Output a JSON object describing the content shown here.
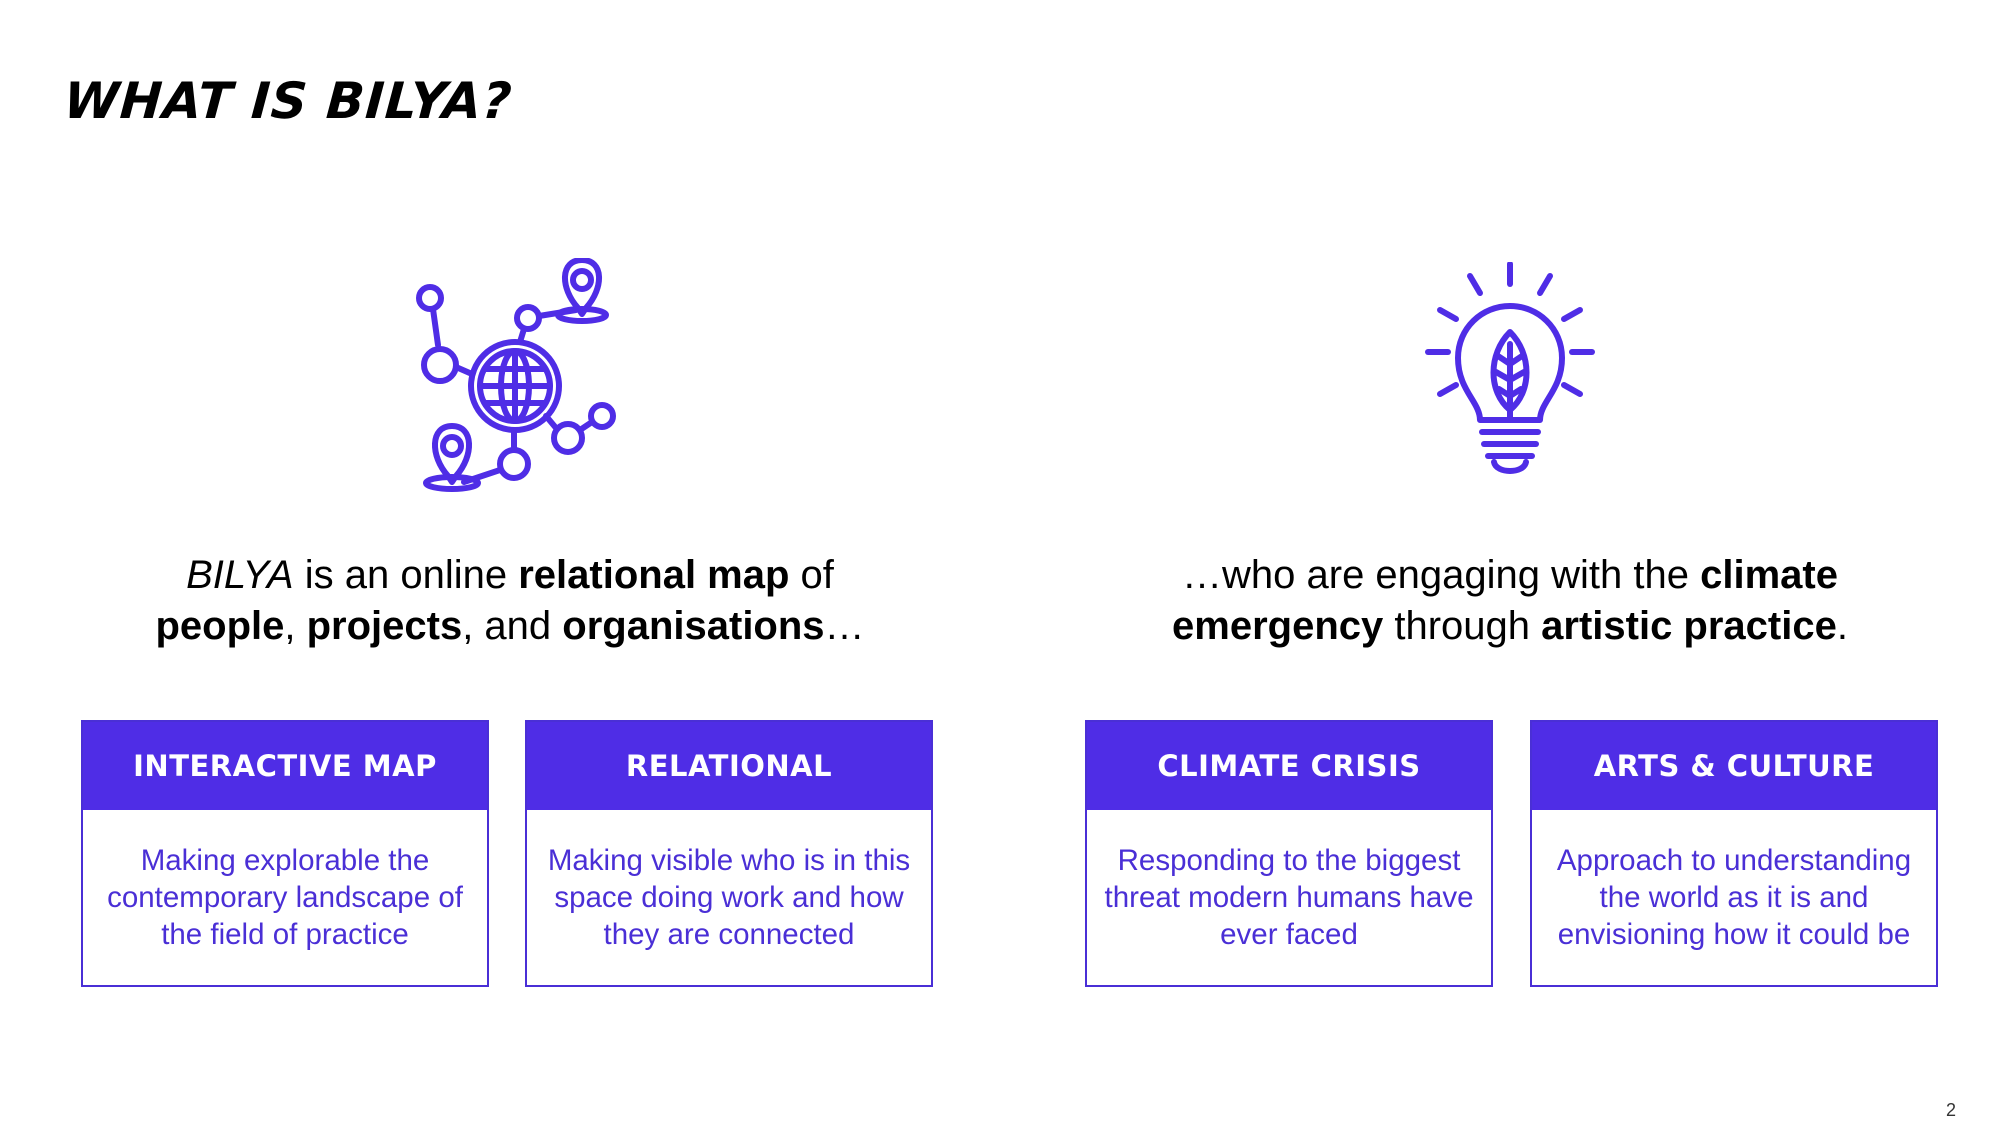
{
  "slide": {
    "title": "WHAT IS BILYA?",
    "page_number": "2"
  },
  "left": {
    "icon": "globe-network-pins-icon",
    "lede": {
      "part1": "BILYA",
      "part2": " is an online ",
      "part3": "relational map",
      "part4": " of ",
      "part5": "people",
      "part6": ", ",
      "part7": "projects",
      "part8": ", and ",
      "part9": "organisations",
      "part10": "…"
    }
  },
  "right": {
    "icon": "lightbulb-leaf-icon",
    "lede": {
      "part1": "…who are engaging with the ",
      "part2": "climate emergency",
      "part3": " through ",
      "part4": "artistic practice",
      "part5": "."
    }
  },
  "cards": [
    {
      "title": "INTERACTIVE MAP",
      "body": "Making explorable the contemporary landscape of the field of practice"
    },
    {
      "title": "RELATIONAL",
      "body": "Making visible who is in this space doing work and how they are connected"
    },
    {
      "title": "CLIMATE CRISIS",
      "body": "Responding to the biggest threat modern humans have ever faced"
    },
    {
      "title": "ARTS & CULTURE",
      "body": "Approach to understanding the world as it is and envisioning how it could be"
    }
  ],
  "colors": {
    "accent": "#4f2de6",
    "accent_text": "#4a2fd6",
    "title": "#000000",
    "background": "#ffffff"
  }
}
